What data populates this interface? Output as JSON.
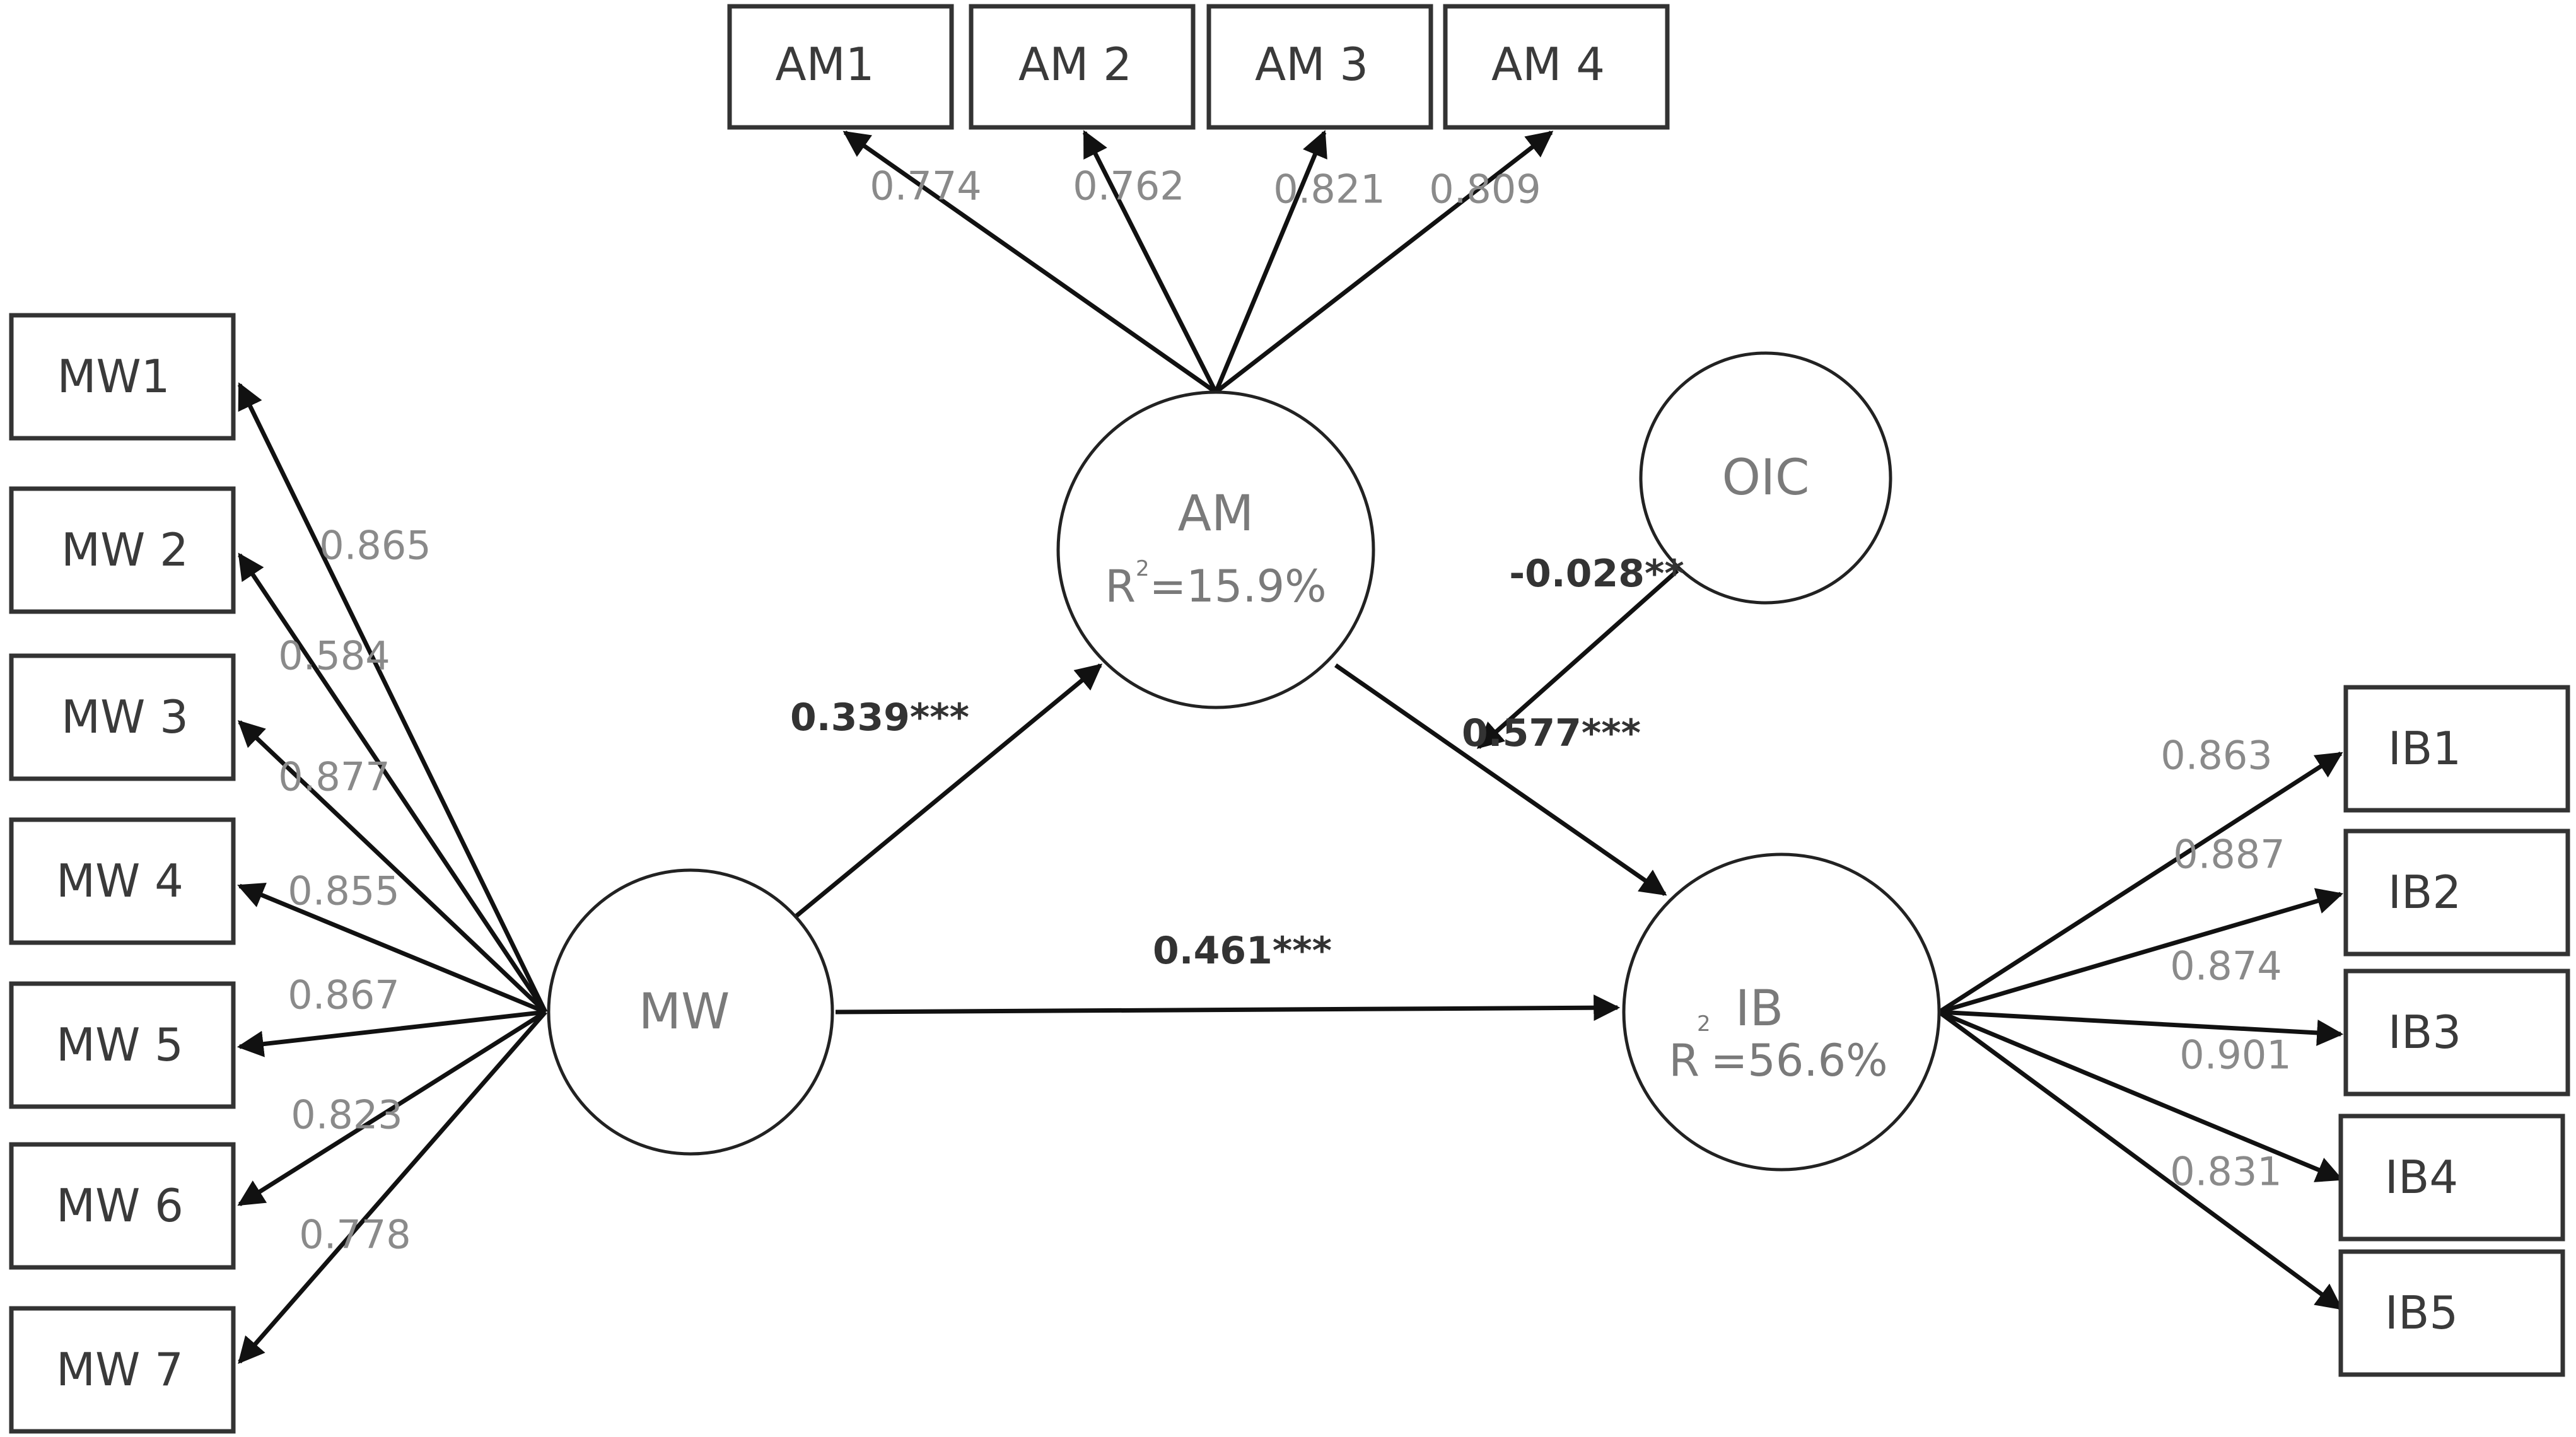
{
  "indicators": {
    "MW1": "MW1",
    "MW2": "MW 2",
    "MW3": "MW 3",
    "MW4": "MW 4",
    "MW5": "MW 5",
    "MW6": "MW 6",
    "MW7": "MW 7",
    "AM1": "AM1",
    "AM2": "AM 2",
    "AM3": "AM 3",
    "AM4": "AM 4",
    "IB1": "IB1",
    "IB2": "IB2",
    "IB3": "IB3",
    "IB4": "IB4",
    "IB5": "IB5"
  },
  "constructs": {
    "MW": {
      "name": "MW"
    },
    "AM": {
      "name": "AM",
      "r2_prefix": "R",
      "r2_sup": "2",
      "r2_value": "=15.9%"
    },
    "IB": {
      "name": "IB",
      "r2_prefix": "R",
      "r2_sup": "2",
      "r2_value": "=56.6%"
    },
    "OIC": {
      "name": "OIC"
    }
  },
  "loadings": {
    "MW1": "0.865",
    "MW2": "0.584",
    "MW3": "0.877",
    "MW4": "0.855",
    "MW5": "0.867",
    "MW6": "0.823",
    "MW7": "0.778",
    "AM1": "0.774",
    "AM2": "0.762",
    "AM3": "0.821",
    "AM4": "0.809",
    "IB1": "0.863",
    "IB2": "0.887",
    "IB3": "0.874",
    "IB4": "0.901",
    "IB5": "0.831"
  },
  "paths": {
    "MW_AM": "0.339***",
    "AM_IB": "0.577***",
    "MW_IB": "0.461***",
    "OIC_moderation": "-0.028**"
  },
  "colors": {
    "line": "#111111",
    "box_border": "#333333",
    "label": "#7a7a7a",
    "loading": "#8a8a8a"
  }
}
